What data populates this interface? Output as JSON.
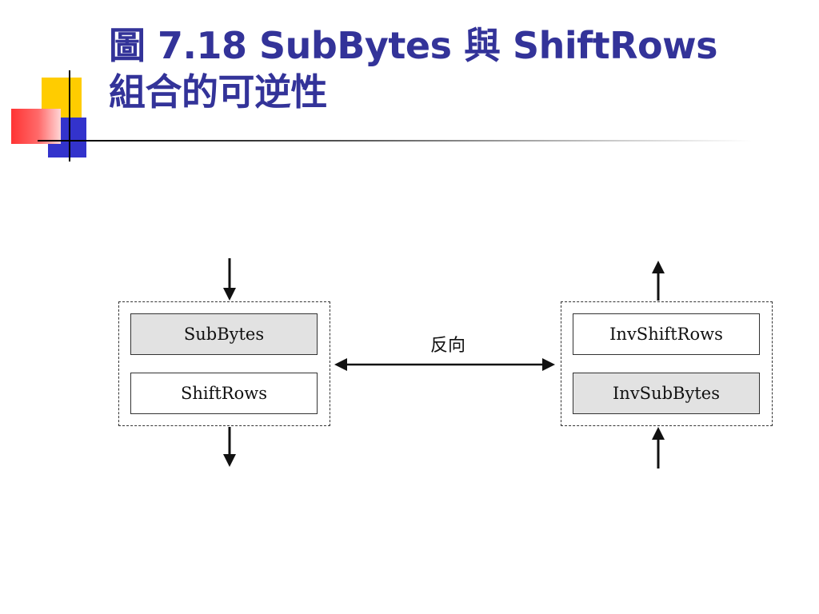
{
  "slide": {
    "title_line1": "圖 7.18 SubBytes 與 ShiftRows",
    "title_line2": "組合的可逆性"
  },
  "diagram": {
    "forward": {
      "ops": [
        {
          "label": "SubBytes",
          "shaded": true
        },
        {
          "label": "ShiftRows",
          "shaded": false
        }
      ]
    },
    "inverse": {
      "ops": [
        {
          "label": "InvShiftRows",
          "shaded": false
        },
        {
          "label": "InvSubBytes",
          "shaded": true
        }
      ]
    },
    "relation_label": "反向"
  },
  "colors": {
    "title": "#333399",
    "shaded_box": "#e2e2e2",
    "deco_yellow": "#ffcc00",
    "deco_blue": "#3333cc",
    "deco_red": "#ff3333"
  }
}
